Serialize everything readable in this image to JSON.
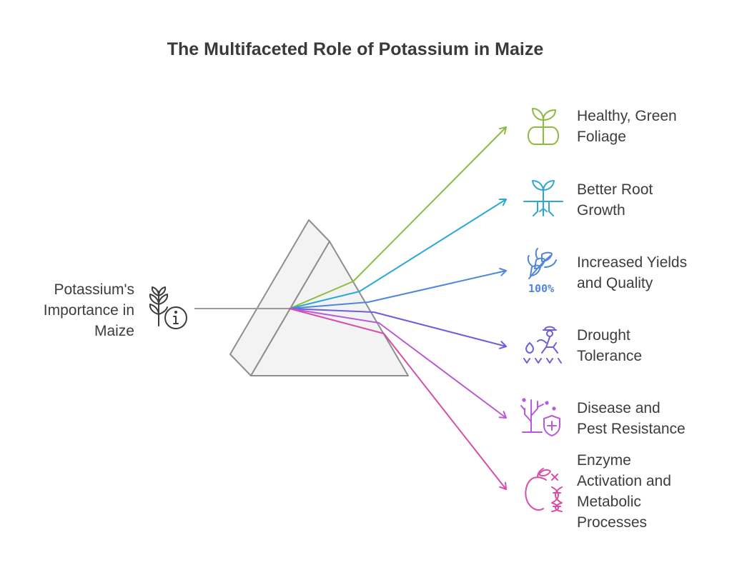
{
  "title": "The Multifaceted Role of Potassium in Maize",
  "source": {
    "lines": [
      "Potassium's",
      "Importance in",
      "Maize"
    ],
    "icon": "plant-info-icon"
  },
  "outputs": [
    {
      "lines": [
        "Healthy, Green",
        "Foliage"
      ],
      "icon": "sprout-icon",
      "color": "#8dbb3c"
    },
    {
      "lines": [
        "Better Root",
        "Growth"
      ],
      "icon": "root-growth-icon",
      "color": "#2ba9d3"
    },
    {
      "lines": [
        "Increased Yields",
        "and Quality"
      ],
      "icon": "wheat-100-icon",
      "color": "#4f86dc"
    },
    {
      "lines": [
        "Drought",
        "Tolerance"
      ],
      "icon": "farmer-watering-icon",
      "color": "#6b5fdc"
    },
    {
      "lines": [
        "Disease and",
        "Pest Resistance"
      ],
      "icon": "tree-shield-icon",
      "color": "#b85ad8"
    },
    {
      "lines": [
        "Enzyme",
        "Activation and",
        "Metabolic",
        "Processes"
      ],
      "icon": "apple-dna-icon",
      "color": "#d84ea8"
    }
  ]
}
